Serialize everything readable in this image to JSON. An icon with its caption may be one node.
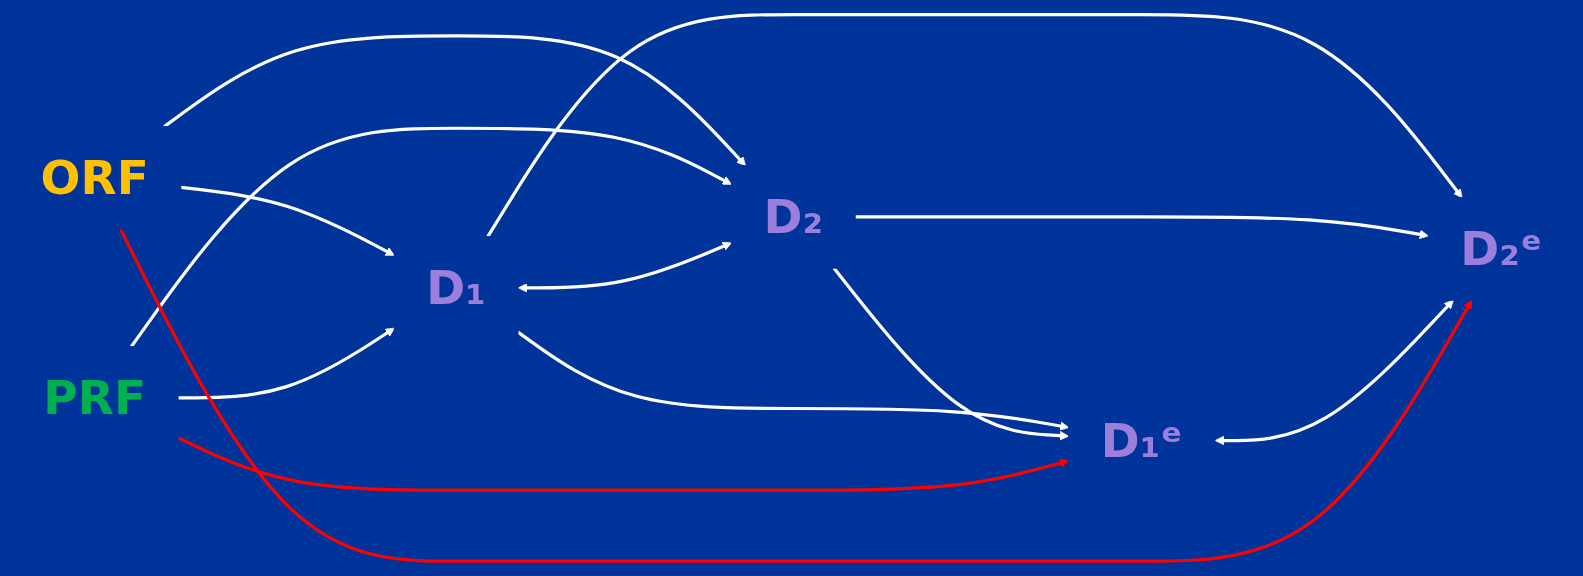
{
  "diagram": {
    "nodes": [
      {
        "text": [
          "ORF"
        ]
      },
      {
        "text": [
          "PRF"
        ]
      },
      {
        "text": [
          "D₁"
        ]
      },
      {
        "text": [
          "D₂"
        ]
      },
      {
        "text": [
          "D₁ᵉ"
        ]
      },
      {
        "text": [
          "D₂ᵉ"
        ]
      }
    ],
    "edges": [
      {
        "from": 0,
        "to": 2,
        "arrow": "to"
      },
      {
        "from": 0,
        "to": 3,
        "arrow": "to"
      },
      {
        "from": 1,
        "to": 2,
        "arrow": "to"
      },
      {
        "from": 1,
        "to": 3,
        "arrow": "to"
      },
      {
        "from": 2,
        "to": 3,
        "arrow": "both"
      },
      {
        "from": 2,
        "to": 4,
        "arrow": "to"
      },
      {
        "from": 2,
        "to": 5,
        "arrow": "to"
      },
      {
        "from": 3,
        "to": 4,
        "arrow": "to"
      },
      {
        "from": 3,
        "to": 5,
        "arrow": "to"
      },
      {
        "from": 4,
        "to": 5,
        "arrow": "both"
      },
      {
        "from": 0,
        "to": 5,
        "arrow": "to",
        "color": "#ff0000"
      },
      {
        "from": 1,
        "to": 4,
        "arrow": "to",
        "color": "#ff0000"
      }
    ]
  }
}
